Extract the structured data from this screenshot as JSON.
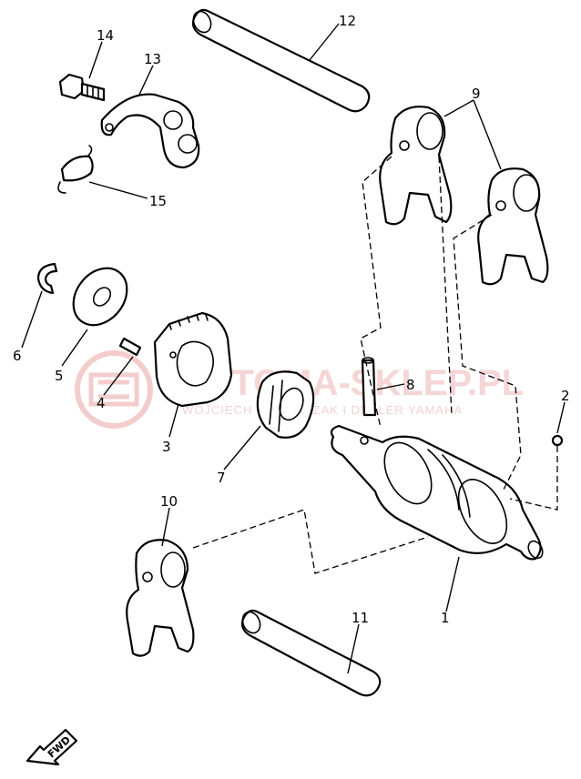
{
  "callouts": [
    "1",
    "2",
    "3",
    "4",
    "5",
    "6",
    "7",
    "8",
    "9",
    "10",
    "11",
    "12",
    "13",
    "14",
    "15"
  ],
  "watermark": {
    "main": "MOTOMA-SKLEP.PL",
    "sub": "WOJCIECH MAZURCZAK I DEALER YAMAHA"
  },
  "fwd_label": "FWD",
  "colors": {
    "watermark": "#e8a0a0",
    "line": "#000000"
  }
}
